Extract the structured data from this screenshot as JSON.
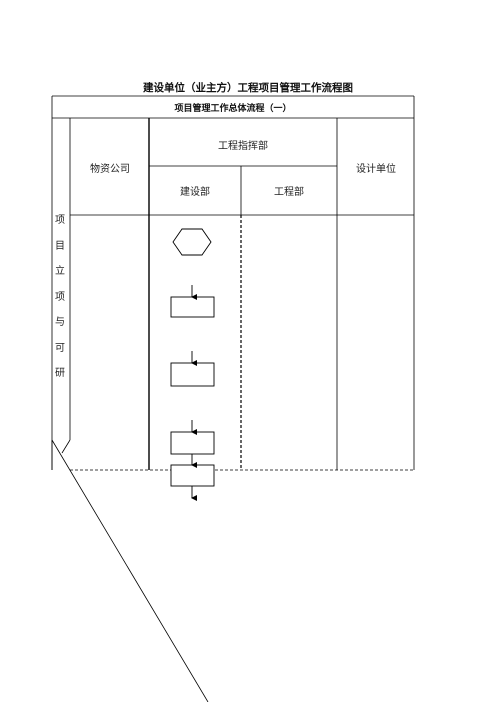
{
  "title": "建设单位（业主方）工程项目管理工作流程图",
  "subtitle": "项目管理工作总体流程（一）",
  "columns": {
    "materials": "物资公司",
    "command": "工程指挥部",
    "construction": "建设部",
    "engineering": "工程部",
    "design": "设计单位"
  },
  "phase": [
    "项",
    "目",
    "立",
    "项",
    "与",
    "可",
    "研"
  ],
  "colors": {
    "line": "#000000"
  }
}
